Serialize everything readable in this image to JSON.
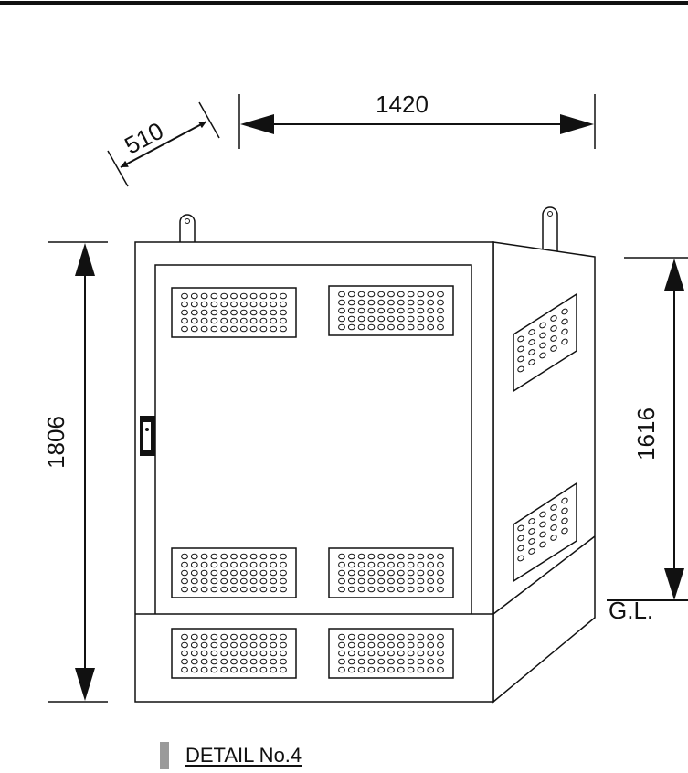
{
  "dimensions": {
    "depth": "510",
    "width": "1420",
    "total_height": "1806",
    "height_above_ground": "1616"
  },
  "ground_level_label": "G.L.",
  "caption": "DETAIL No.4"
}
